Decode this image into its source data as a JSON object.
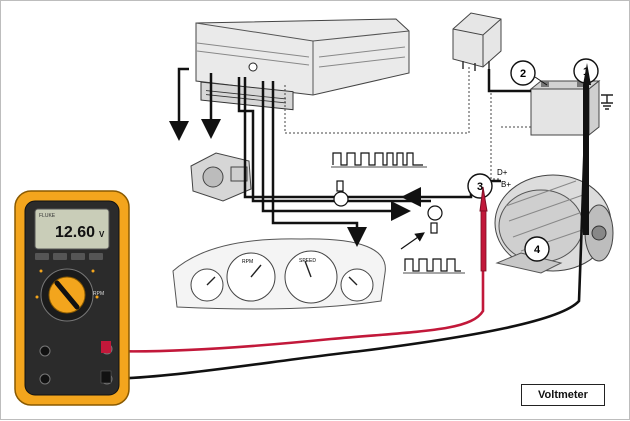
{
  "meter": {
    "brand": "FLUKE",
    "reading": "12.60",
    "unit": "V",
    "range_label": "RPM"
  },
  "callouts": {
    "c1": "1",
    "c2": "2",
    "c3": "3",
    "c4": "4"
  },
  "terminals": {
    "d_plus": "D+",
    "b_plus": "B+"
  },
  "cluster": {
    "rpm_label": "RPM",
    "speed_label": "SPEED"
  },
  "caption": "Voltmeter",
  "colors": {
    "meter_body": "#f3a51d",
    "red_lead": "#c2183a",
    "black_lead": "#111111",
    "lcd": "#c9cdb8"
  }
}
